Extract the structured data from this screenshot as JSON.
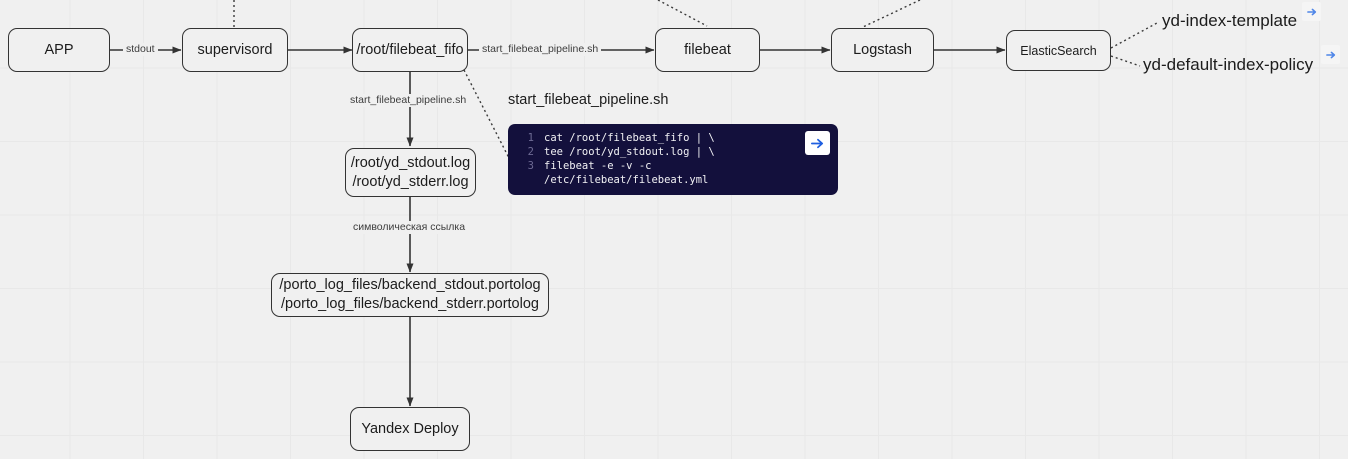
{
  "diagram": {
    "nodes": {
      "app": "APP",
      "supervisord": "supervisord",
      "fifo": "/root/filebeat_fifo",
      "filebeat": "filebeat",
      "logstash": "Logstash",
      "elasticsearch": "ElasticSearch",
      "logs_line1": "/root/yd_stdout.log",
      "logs_line2": "/root/yd_stderr.log",
      "portolog_line1": "/porto_log_files/backend_stdout.portolog",
      "portolog_line2": "/porto_log_files/backend_stderr.portolog",
      "yandex_deploy": "Yandex Deploy"
    },
    "edge_labels": {
      "stdout": "stdout",
      "pipeline_to_filebeat": "start_filebeat_pipeline.sh",
      "pipeline_to_logs": "start_filebeat_pipeline.sh",
      "symlink": "символическая ссылка"
    },
    "free_labels": {
      "code_title": "start_filebeat_pipeline.sh"
    },
    "external_links": [
      {
        "label": "yd-index-template",
        "icon": "external-link-arrow-icon"
      },
      {
        "label": "yd-default-index-policy",
        "icon": "external-link-arrow-icon"
      }
    ]
  },
  "code_block": {
    "copy_icon": "arrow-right-icon",
    "lines": [
      {
        "number": "1",
        "text": "cat /root/filebeat_fifo | \\"
      },
      {
        "number": "2",
        "text": "tee /root/yd_stdout.log | \\"
      },
      {
        "number": "3",
        "text": "filebeat -e -v -c"
      },
      {
        "number": "",
        "text": "/etc/filebeat/filebeat.yml"
      }
    ]
  },
  "colors": {
    "background": "#f0f0f0",
    "node_border": "#333333",
    "code_bg": "#13103c",
    "accent_blue": "#1f5fe0"
  }
}
